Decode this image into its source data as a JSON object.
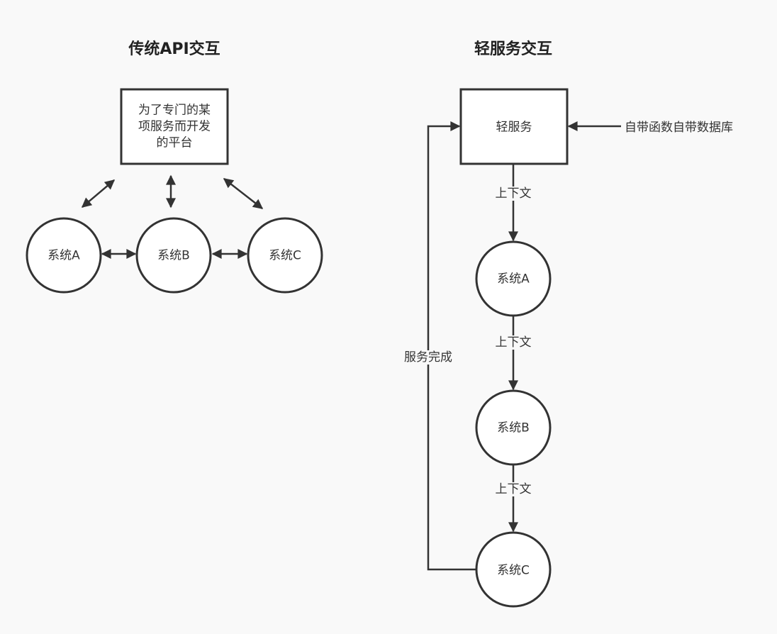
{
  "left": {
    "title": "传统API交互",
    "platform_lines": [
      "为了专门的某",
      "项服务而开发",
      "的平台"
    ],
    "system_a": "系统A",
    "system_b": "系统B",
    "system_c": "系统C"
  },
  "right": {
    "title": "轻服务交互",
    "service": "轻服务",
    "db_label": "自带函数自带数据库",
    "context_label": "上下文",
    "return_label": "服务完成",
    "system_a": "系统A",
    "system_b": "系统B",
    "system_c": "系统C"
  },
  "colors": {
    "stroke": "#333333",
    "background": "#f9f9f9"
  }
}
